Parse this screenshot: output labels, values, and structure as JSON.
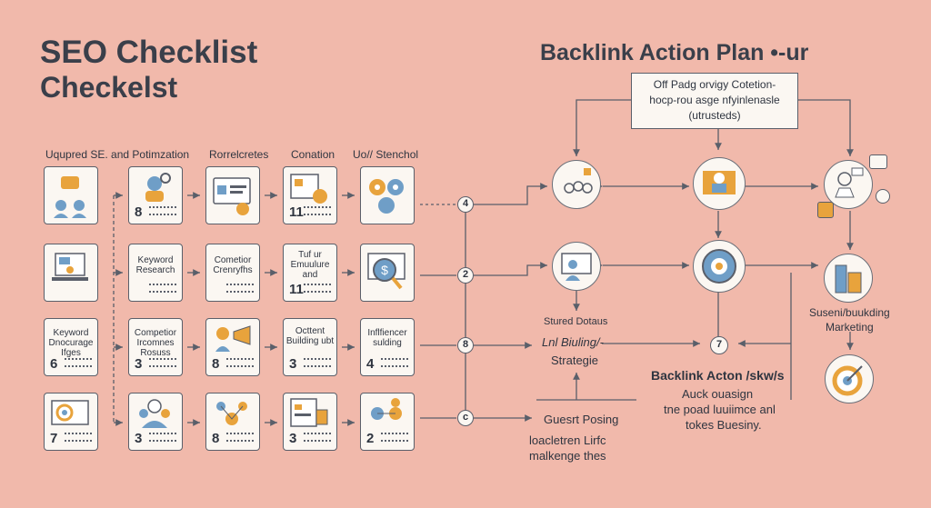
{
  "titles": {
    "main": "SEO Checklist",
    "sub": "Checkelst",
    "right": "Backlink Action Plan •-ur"
  },
  "column_headers": [
    "Uqupred SE. and Potimzation",
    "Rorrelcretes",
    "Conation",
    "Uo// Stenchol"
  ],
  "grid": {
    "rows": [
      [
        {
          "label": "",
          "num": "",
          "icon": "team-chat-icon"
        },
        {
          "label": "",
          "num": "8",
          "icon": "user-search-icon"
        },
        {
          "label": "",
          "num": "",
          "icon": "browser-profile-icon"
        },
        {
          "label": "",
          "num": "11",
          "icon": "gear-document-icon"
        },
        {
          "label": "",
          "num": "",
          "icon": "gears-cogs-icon"
        }
      ],
      [
        {
          "label": "",
          "num": "",
          "icon": "laptop-analytics-icon"
        },
        {
          "label": "Keyword Research",
          "num": "",
          "icon": ""
        },
        {
          "label": "Cometior Crenryfhs",
          "num": "",
          "icon": ""
        },
        {
          "label": "Tuf ur Emuulure and",
          "num": "11",
          "icon": ""
        },
        {
          "label": "",
          "num": "",
          "icon": "money-search-icon"
        }
      ],
      [
        {
          "label": "Keyword Dnocurage Ifges",
          "num": "6",
          "icon": ""
        },
        {
          "label": "Competior Ircomnes Rosuss",
          "num": "3",
          "icon": ""
        },
        {
          "label": "",
          "num": "8",
          "icon": "megaphone-person-icon"
        },
        {
          "label": "Octtent Building ubt",
          "num": "3",
          "icon": ""
        },
        {
          "label": "Inflfiencer sulding",
          "num": "4",
          "icon": ""
        }
      ],
      [
        {
          "label": "",
          "num": "7",
          "icon": "target-monitor-icon"
        },
        {
          "label": "",
          "num": "3",
          "icon": "people-group-icon"
        },
        {
          "label": "",
          "num": "8",
          "icon": "network-people-icon"
        },
        {
          "label": "",
          "num": "3",
          "icon": "document-chart-icon"
        },
        {
          "label": "",
          "num": "2",
          "icon": "people-network-icon"
        }
      ]
    ]
  },
  "connector_nodes": [
    "4",
    "2",
    "8",
    "c"
  ],
  "info_box": {
    "line1": "Off Padg orvigy Cotetion-",
    "line2": "hocp-rou asge nfyinlenasle",
    "line3": "(utrusteds)"
  },
  "right_labels": {
    "stured": "Stured Dotaus",
    "linbuild": "Lnl Biuling/-",
    "strategie": "Strategie",
    "guest": "Guesrt Posing",
    "loacl1": "loacletren Lirfc",
    "loacl2": "malkenge thes",
    "sueon1": "Suseni/buukding",
    "sueon2": "Marketing",
    "action_title": "Backlink Acton /skw/s",
    "action_l1": "Auck ouasign",
    "action_l2": "tne poad luuiimce anl",
    "action_l3": "tokes Buesiny.",
    "seven": "7"
  },
  "colors": {
    "background": "#f1b9ab",
    "card": "#fbf7f2",
    "outline": "#5a5f6a",
    "accent_orange": "#e8a33c",
    "accent_blue": "#6f9ec7"
  }
}
